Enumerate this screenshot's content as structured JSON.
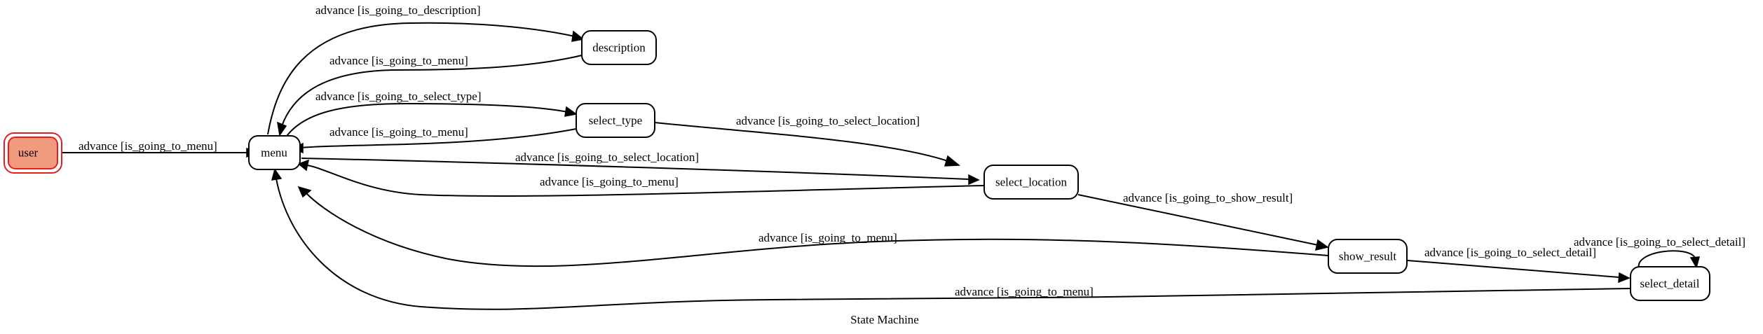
{
  "diagram": {
    "caption": "State Machine",
    "colors": {
      "initial_fill": "#f19a7e",
      "initial_stroke": "#e02020",
      "node_stroke": "#000000",
      "edge": "#000000"
    },
    "nodes": {
      "user": "user",
      "menu": "menu",
      "description": "description",
      "select_type": "select_type",
      "select_location": "select_location",
      "show_result": "show_result",
      "select_detail": "select_detail"
    },
    "edges": {
      "user_to_menu": "advance [is_going_to_menu]",
      "menu_to_description": "advance [is_going_to_description]",
      "description_to_menu": "advance [is_going_to_menu]",
      "menu_to_select_type": "advance [is_going_to_select_type]",
      "select_type_to_menu": "advance [is_going_to_menu]",
      "select_type_to_select_location": "advance [is_going_to_select_location]",
      "menu_to_select_location": "advance [is_going_to_select_location]",
      "select_location_to_menu": "advance [is_going_to_menu]",
      "select_location_to_show_result": "advance [is_going_to_show_result]",
      "show_result_to_menu": "advance [is_going_to_menu]",
      "show_result_to_select_detail": "advance [is_going_to_select_detail]",
      "select_detail_to_select_detail": "advance [is_going_to_select_detail]",
      "select_detail_to_menu": "advance [is_going_to_menu]"
    }
  }
}
